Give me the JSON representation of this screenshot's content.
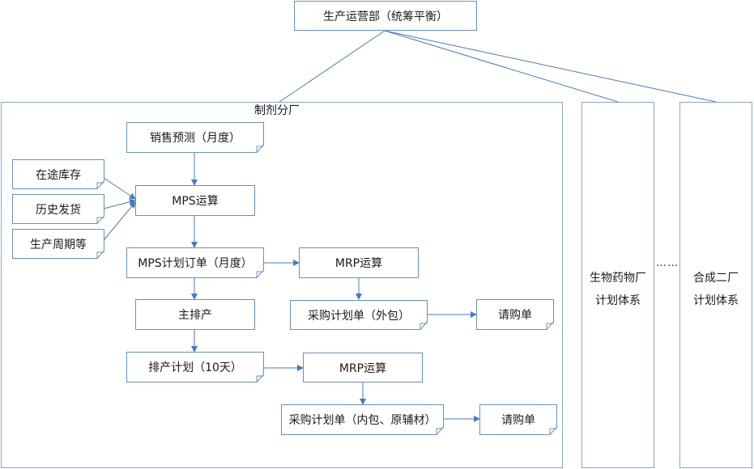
{
  "top_node": "生产运营部（统筹平衡）",
  "pharma_plant": {
    "title": "制剂分厂",
    "inputs": [
      "在途库存",
      "历史发货",
      "生产周期等"
    ],
    "sales_forecast": "销售预测（月度）",
    "mps": "MPS运算",
    "mps_order": "MPS计划订单（月度）",
    "mrp_1": "MRP运算",
    "purchase_plan_1": "采购计划单（外包）",
    "requisition_1": "请购单",
    "main_schedule": "主排产",
    "schedule_plan": "排产计划（10天）",
    "mrp_2": "MRP运算",
    "purchase_plan_2": "采购计划单（内包、原辅材）",
    "requisition_2": "请购单"
  },
  "bio_plant": {
    "line1": "生物药物厂",
    "line2": "计划体系"
  },
  "ellipsis": "……",
  "synth_plant": {
    "line1": "合成二厂",
    "line2": "计划体系"
  }
}
